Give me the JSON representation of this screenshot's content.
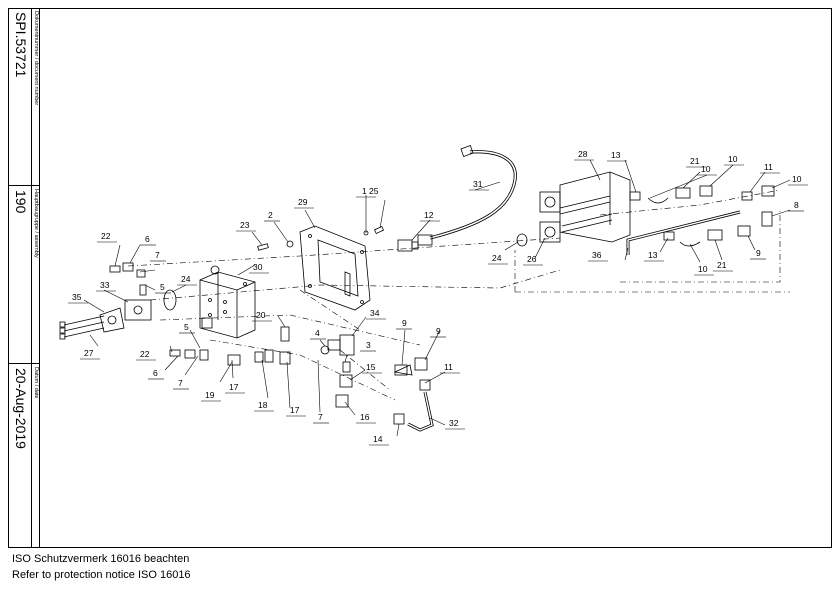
{
  "side_strip": {
    "doc_number_label": "Dokumentnummer / document number",
    "doc_number": "SPI.53721",
    "assembly_label": "Hauptbaugruppe / assembly",
    "assembly": "190",
    "date_label": "Datum / date",
    "date": "20-Aug-2019"
  },
  "footer": {
    "line1": "ISO Schutzvermerk 16016 beachten",
    "line2": "Refer to protection notice ISO 16016"
  },
  "callouts": [
    {
      "label": "1"
    },
    {
      "label": "2"
    },
    {
      "label": "3"
    },
    {
      "label": "4"
    },
    {
      "label": "5"
    },
    {
      "label": "5"
    },
    {
      "label": "6"
    },
    {
      "label": "6"
    },
    {
      "label": "7"
    },
    {
      "label": "7"
    },
    {
      "label": "7"
    },
    {
      "label": "8"
    },
    {
      "label": "9"
    },
    {
      "label": "9"
    },
    {
      "label": "9"
    },
    {
      "label": "10"
    },
    {
      "label": "10"
    },
    {
      "label": "10"
    },
    {
      "label": "10"
    },
    {
      "label": "11"
    },
    {
      "label": "11"
    },
    {
      "label": "12"
    },
    {
      "label": "13"
    },
    {
      "label": "13"
    },
    {
      "label": "14"
    },
    {
      "label": "15"
    },
    {
      "label": "16"
    },
    {
      "label": "17"
    },
    {
      "label": "17"
    },
    {
      "label": "18"
    },
    {
      "label": "19"
    },
    {
      "label": "20"
    },
    {
      "label": "21"
    },
    {
      "label": "21"
    },
    {
      "label": "22"
    },
    {
      "label": "22"
    },
    {
      "label": "23"
    },
    {
      "label": "24"
    },
    {
      "label": "24"
    },
    {
      "label": "25"
    },
    {
      "label": "26"
    },
    {
      "label": "27"
    },
    {
      "label": "28"
    },
    {
      "label": "29"
    },
    {
      "label": "30"
    },
    {
      "label": "31"
    },
    {
      "label": "32"
    },
    {
      "label": "33"
    },
    {
      "label": "34"
    },
    {
      "label": "35"
    },
    {
      "label": "36"
    }
  ]
}
